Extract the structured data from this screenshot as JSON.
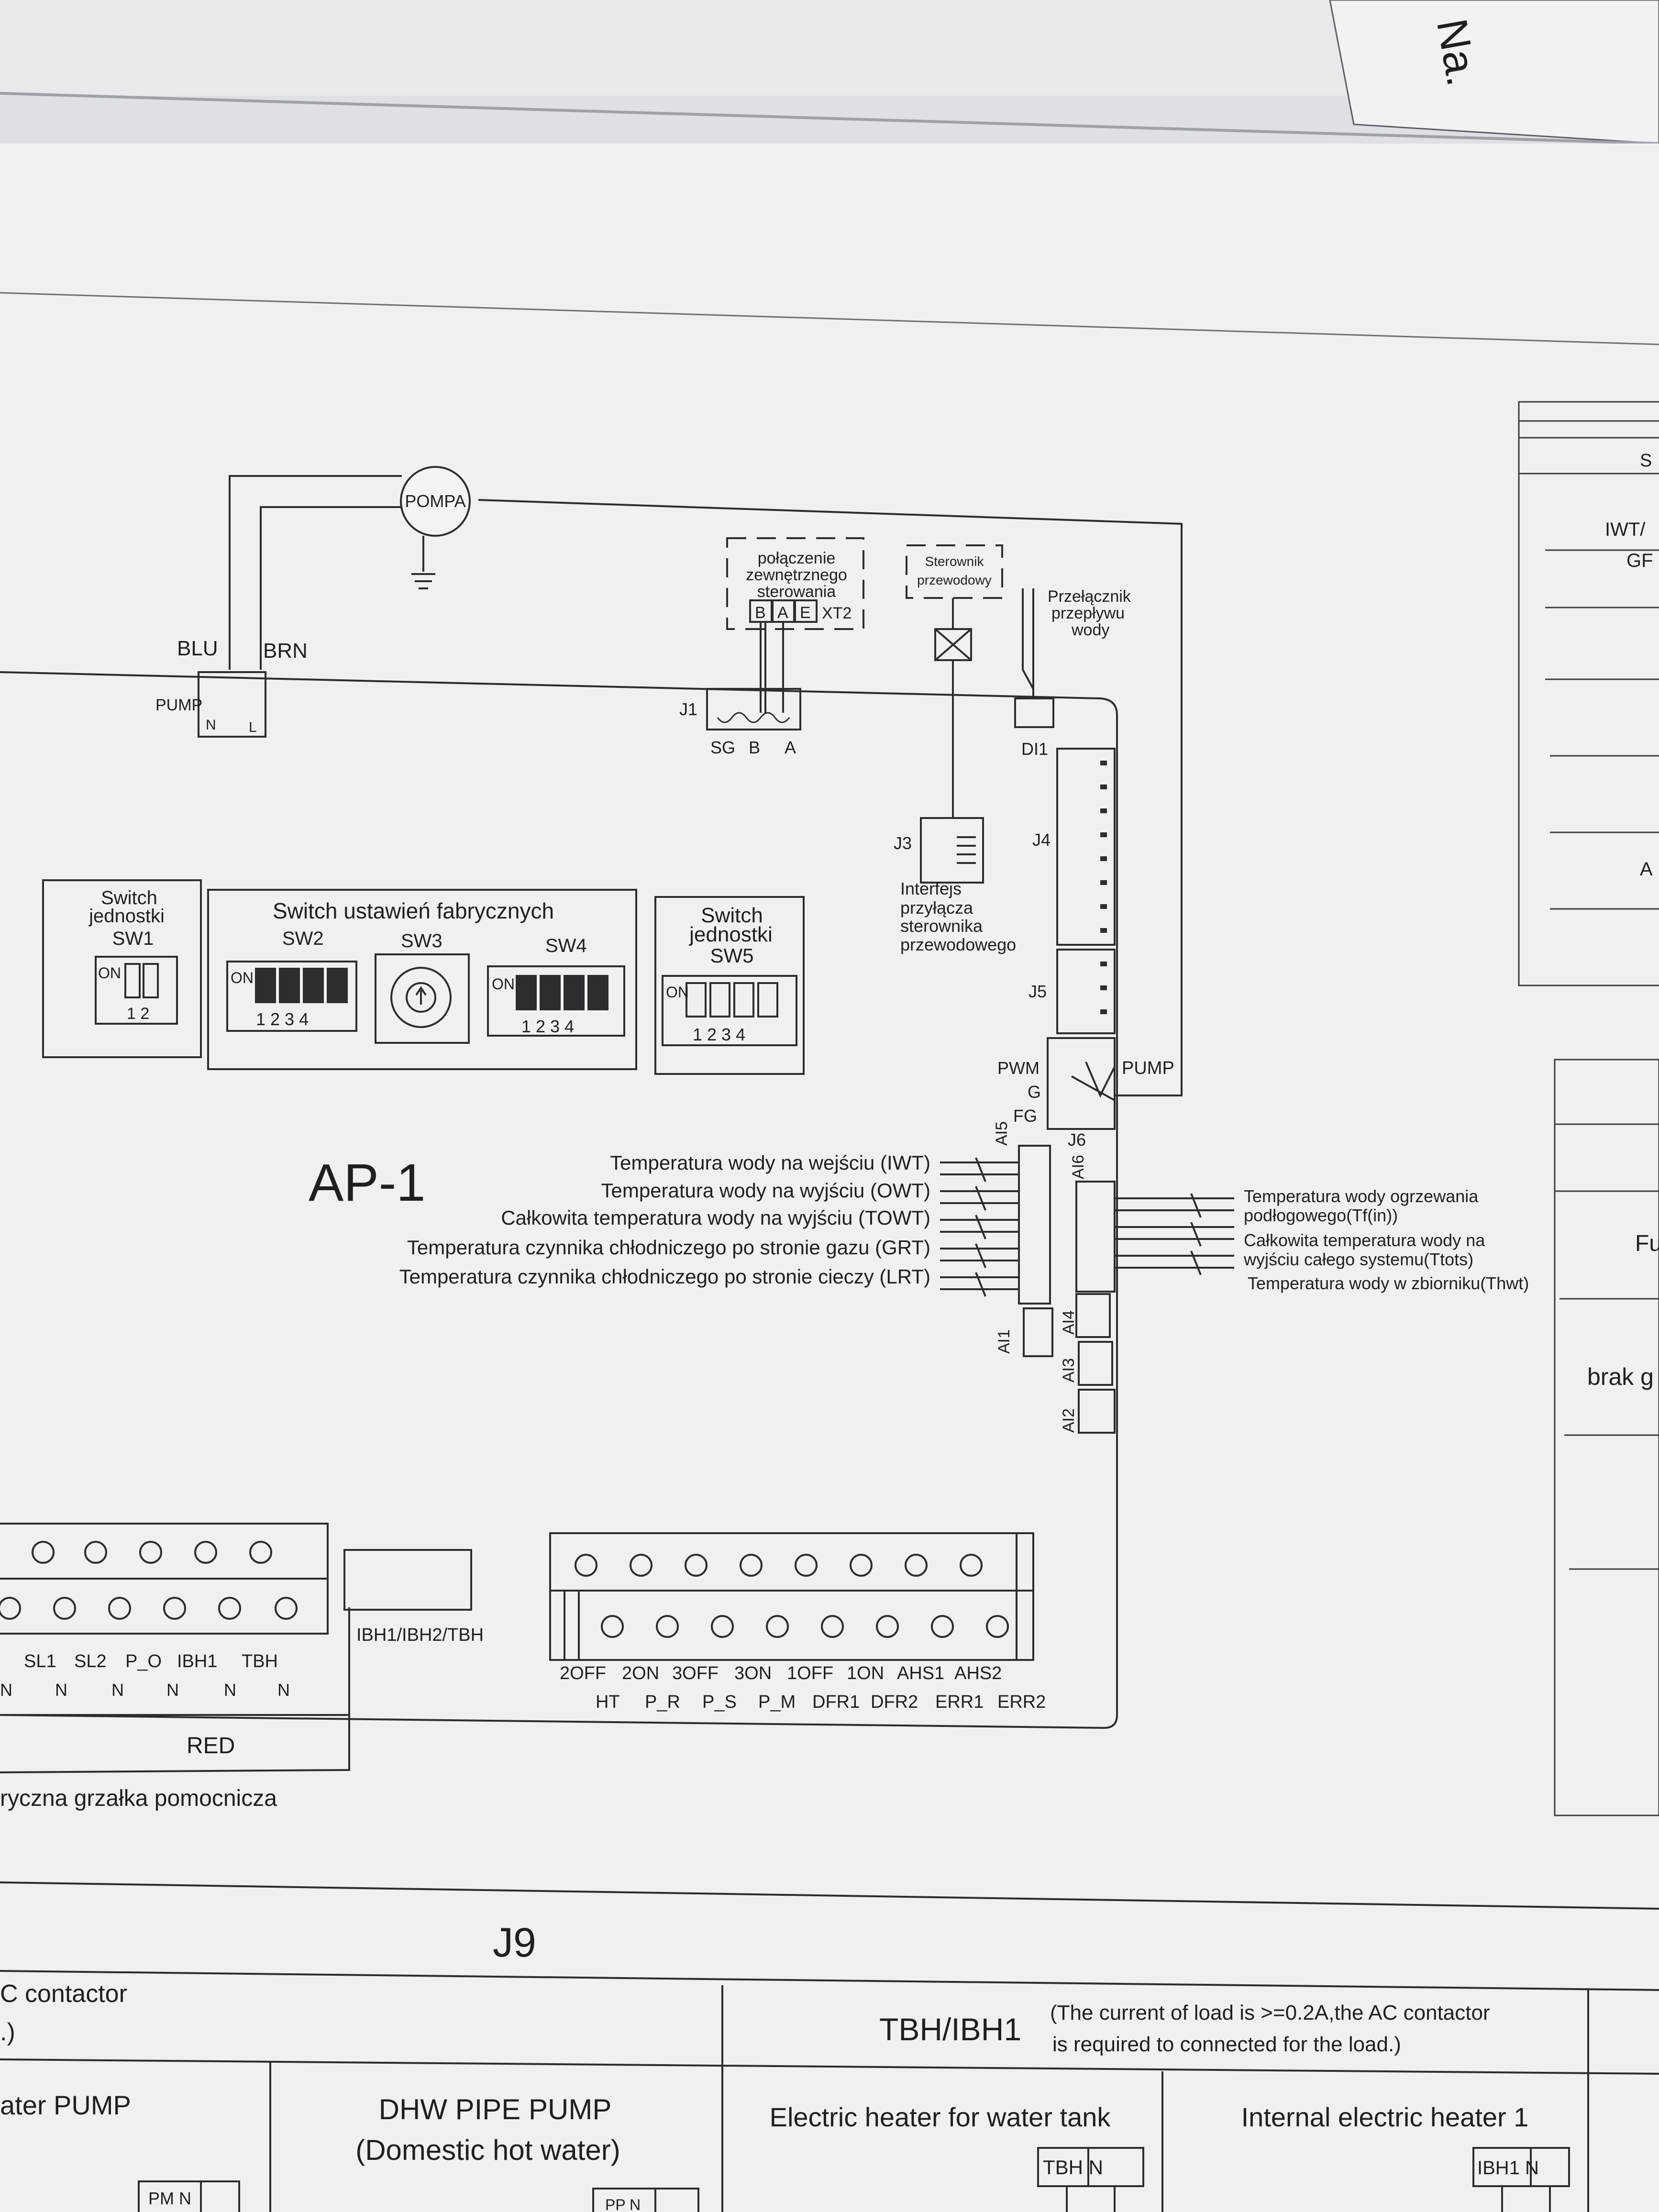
{
  "page_corner": {
    "fragment": "Na."
  },
  "pump": {
    "label": "POMPA",
    "wire_left": "BLU",
    "wire_right": "BRN",
    "terminal_label": "PUMP",
    "pin_n": "N",
    "pin_l": "L"
  },
  "external_control": {
    "line1": "połączenie",
    "line2": "zewnętrznego",
    "line3": "sterowania",
    "pin_b": "B",
    "pin_a": "A",
    "pin_e": "E",
    "connector": "XT2"
  },
  "wired_controller": {
    "line1": "Sterownik",
    "line2": "przewodowy"
  },
  "flow_switch": {
    "line1": "Przełącznik",
    "line2": "przepływu",
    "line3": "wody"
  },
  "j1": {
    "label": "J1",
    "pin_sg": "SG",
    "pin_b": "B",
    "pin_a": "A"
  },
  "di1": {
    "label": "DI1"
  },
  "j3": {
    "label": "J3",
    "line1": "Interfejs",
    "line2": "przyłącza",
    "line3": "sterownika",
    "line4": "przewodowego"
  },
  "j4": {
    "label": "J4"
  },
  "j5": {
    "label": "J5"
  },
  "j6": {
    "label": "J6",
    "pin_pwm": "PWM",
    "pin_g": "G",
    "pin_fg": "FG",
    "pump": "PUMP"
  },
  "sw1": {
    "line1": "Switch",
    "line2": "jednostki",
    "name": "SW1",
    "on": "ON",
    "nums": "1 2"
  },
  "factory": {
    "title": "Switch ustawień fabrycznych",
    "sw2": "SW2",
    "sw3": "SW3",
    "sw4": "SW4",
    "on": "ON",
    "nums": "1 2 3 4"
  },
  "sw5": {
    "line1": "Switch",
    "line2": "jednostki",
    "name": "SW5",
    "on": "ON",
    "nums": "1 2 3 4"
  },
  "board_title": "AP-1",
  "sensors_left": [
    "Temperatura wody na wejściu (IWT)",
    "Temperatura wody na wyjściu (OWT)",
    "Całkowita temperatura wody na wyjściu (TOWT)",
    "Temperatura czynnika chłodniczego po stronie gazu (GRT)",
    "Temperatura czynnika chłodniczego po stronie cieczy (LRT)"
  ],
  "sensors_right": [
    "Temperatura wody ogrzewania",
    "podłogowego(Tf(in))",
    "Całkowita temperatura wody na",
    "wyjściu całego systemu(Ttots)",
    "Temperatura wody w zbiorniku(Thwt)"
  ],
  "ai_labels": {
    "ai5": "AI5",
    "ai6": "AI6",
    "ai1": "AI1",
    "ai4": "AI4",
    "ai3": "AI3",
    "ai2": "AI2"
  },
  "left_block": {
    "top_labels": [
      "SL1",
      "SL2",
      "P_O",
      "IBH1",
      "TBH"
    ],
    "bottom_labels": [
      "N",
      "N",
      "N",
      "N",
      "N",
      "N"
    ],
    "red": "RED",
    "caption": "ryczna grzałka pomocnicza",
    "ibh_connector": "IBH1/IBH2/TBH"
  },
  "right_block": {
    "row1": [
      "2OFF",
      "2ON",
      "3OFF",
      "3ON",
      "1OFF",
      "1ON",
      "AHS1",
      "AHS2"
    ],
    "row2": [
      "HT",
      "P_R",
      "P_S",
      "P_M",
      "DFR1",
      "DFR2",
      "ERR1",
      "ERR2"
    ]
  },
  "side_table": {
    "t1": "IWT/",
    "t2": "GF",
    "t3": "S",
    "t4": "A",
    "t5": "Fu",
    "t6": "brak g"
  },
  "j9": {
    "title": "J9",
    "left_head": "C contactor",
    "left_head2": ".)",
    "tbh_title": "TBH/IBH1",
    "tbh_note1": "(The current of load is >=0.2A,the AC contactor",
    "tbh_note2": "is required to connected for the load.)",
    "cells": [
      {
        "label": "ater PUMP",
        "pins": "PM N"
      },
      {
        "label": "DHW PIPE PUMP",
        "label2": "(Domestic hot water)",
        "pins": "PP N"
      },
      {
        "label": "Electric heater for water tank",
        "pins": "TBH N"
      },
      {
        "label": "Internal electric heater 1",
        "pins": "IBH1 N"
      }
    ]
  }
}
